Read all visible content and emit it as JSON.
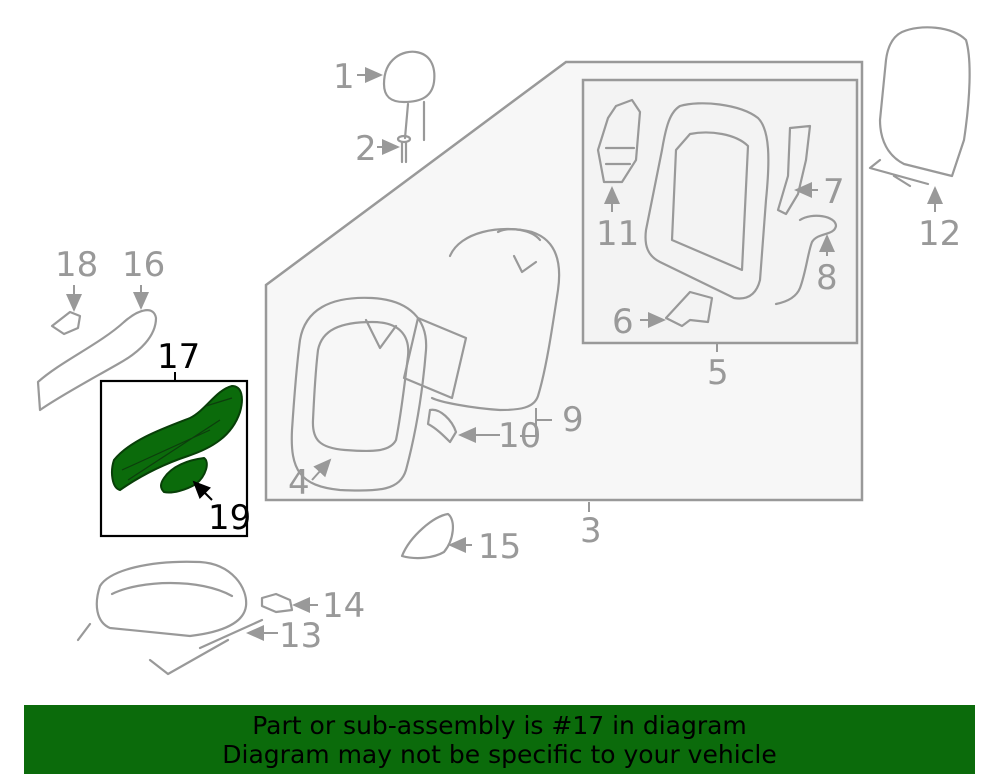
{
  "diagram": {
    "callouts": [
      "1",
      "2",
      "3",
      "4",
      "5",
      "6",
      "7",
      "8",
      "9",
      "10",
      "11",
      "12",
      "13",
      "14",
      "15",
      "16",
      "17",
      "18",
      "19"
    ],
    "highlighted_part": "17",
    "highlight_color": "#0b6b0b"
  },
  "banner": {
    "line1": "Part or sub-assembly is #17 in diagram",
    "line2": "Diagram may not be specific to your vehicle",
    "background": "#0b6b0b"
  }
}
